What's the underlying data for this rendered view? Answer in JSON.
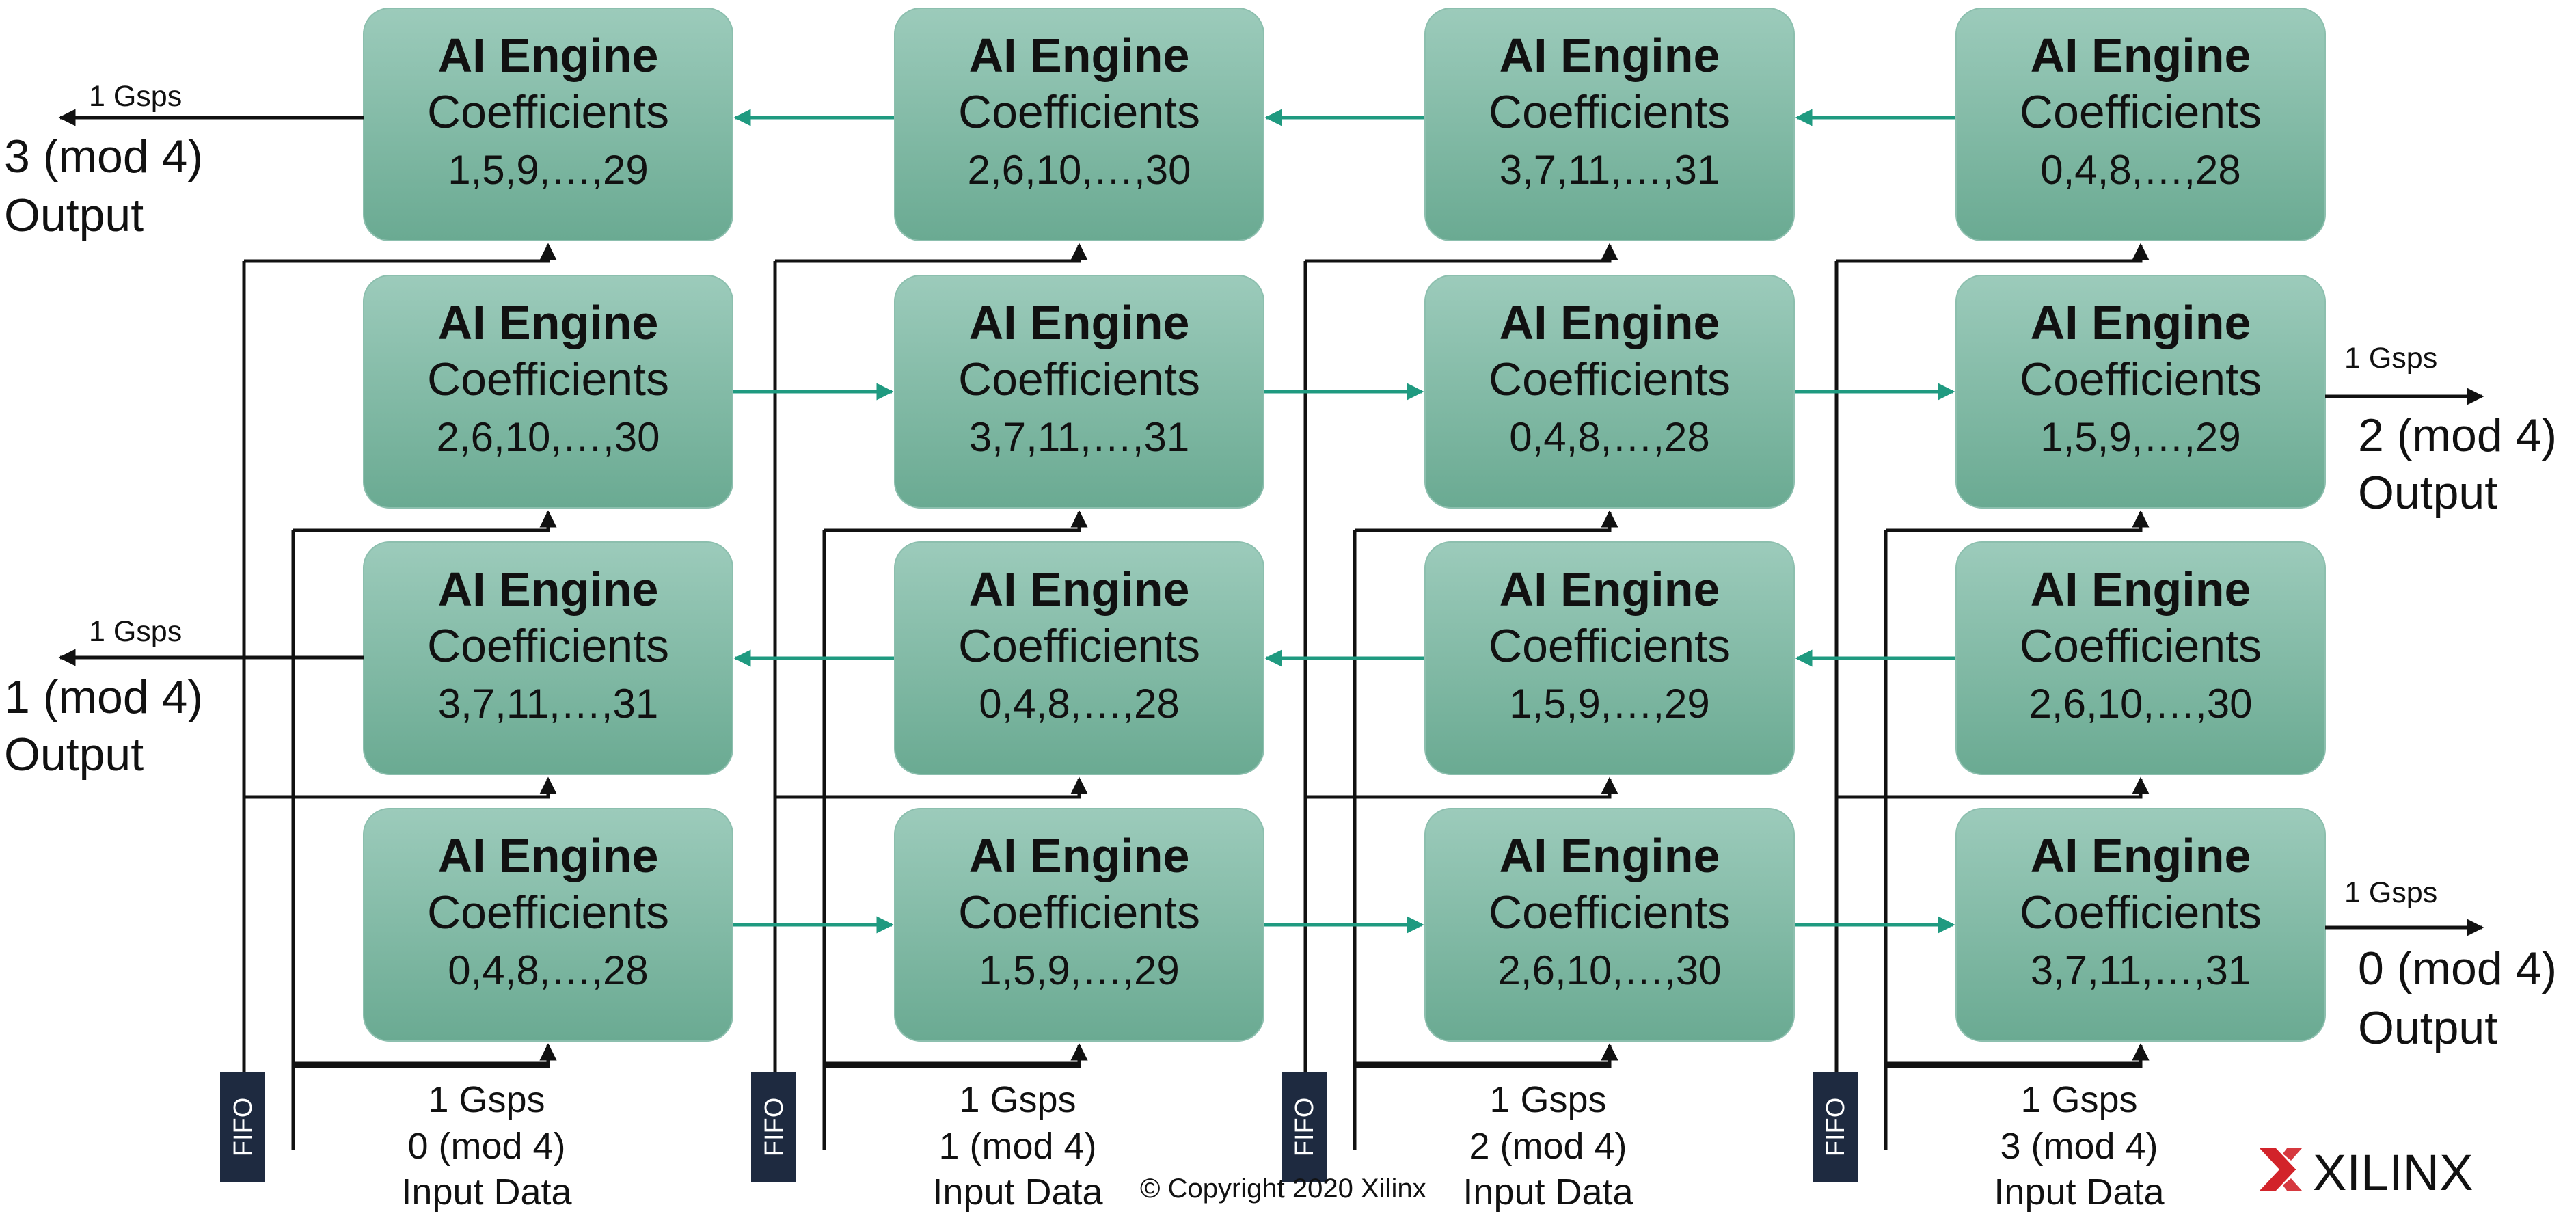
{
  "engine_title": "AI Engine",
  "engine_subtitle": "Coefficients",
  "grid": [
    [
      "1,5,9,…,29",
      "2,6,10,…,30",
      "3,7,11,…,31",
      "0,4,8,…,28"
    ],
    [
      "2,6,10,…,30",
      "3,7,11,…,31",
      "0,4,8,…,28",
      "1,5,9,…,29"
    ],
    [
      "3,7,11,…,31",
      "0,4,8,…,28",
      "1,5,9,…,29",
      "2,6,10,…,30"
    ],
    [
      "0,4,8,…,28",
      "1,5,9,…,29",
      "2,6,10,…,30",
      "3,7,11,…,31"
    ]
  ],
  "fifo_label": "FIFO",
  "inputs": [
    {
      "rate": "1 Gsps",
      "phase": "0 (mod 4)",
      "label": "Input Data"
    },
    {
      "rate": "1 Gsps",
      "phase": "1 (mod 4)",
      "label": "Input Data"
    },
    {
      "rate": "1 Gsps",
      "phase": "2 (mod 4)",
      "label": "Input Data"
    },
    {
      "rate": "1 Gsps",
      "phase": "3 (mod 4)",
      "label": "Input Data"
    }
  ],
  "outputs": {
    "left_top": {
      "rate": "1 Gsps",
      "phase": "3 (mod 4)",
      "label": "Output"
    },
    "left_mid": {
      "rate": "1 Gsps",
      "phase": "1 (mod 4)",
      "label": "Output"
    },
    "right_mid": {
      "rate": "1 Gsps",
      "phase": "2 (mod 4)",
      "label": "Output"
    },
    "right_bottom": {
      "rate": "1 Gsps",
      "phase": "0 (mod 4)",
      "label": "Output"
    }
  },
  "copyright": "© Copyright 2020 Xilinx",
  "logo_text": "XILINX",
  "colors": {
    "box_top": "#9ccbbb",
    "box_bottom": "#6aaa92",
    "arrow_teal": "#1f9a80",
    "line": "#111111",
    "fifo_bg": "#1e2a40",
    "logo_red": "#d2232a"
  }
}
